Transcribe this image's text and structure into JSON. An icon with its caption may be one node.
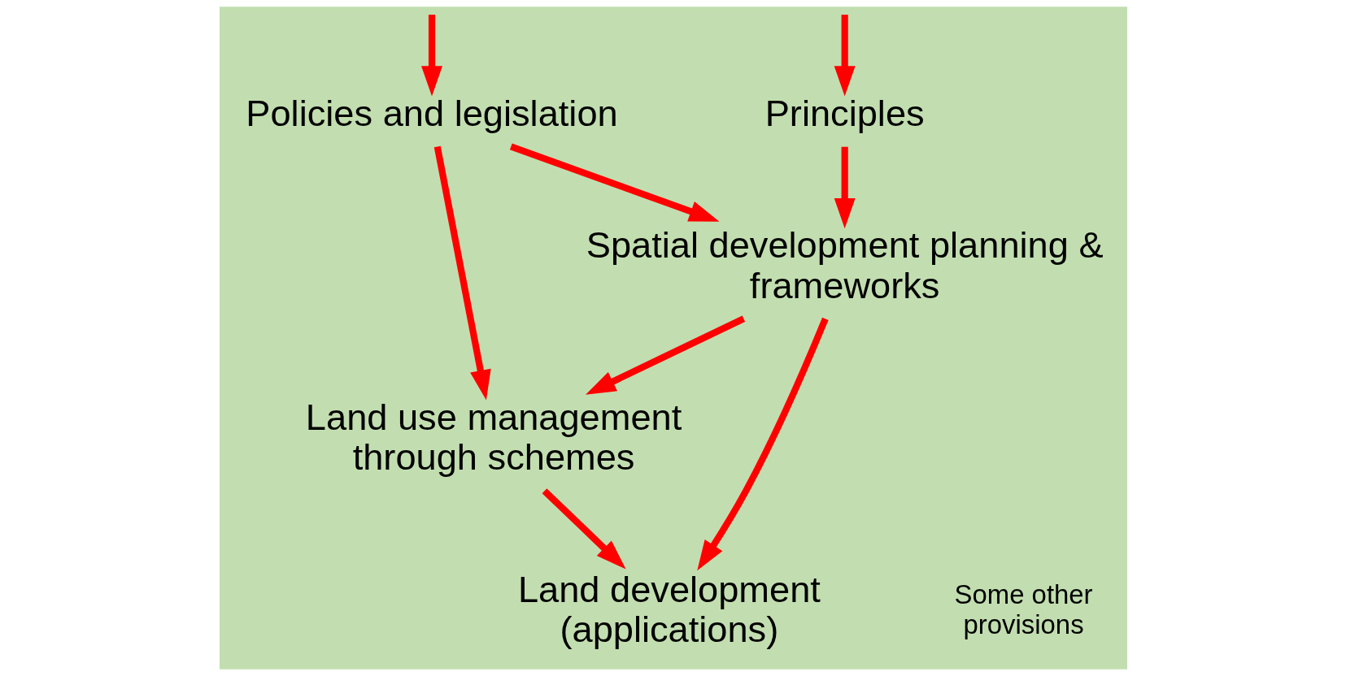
{
  "diagram": {
    "nodes": [
      {
        "text": [
          "Principles"
        ]
      },
      {
        "text": [
          "Policies and legislation"
        ]
      },
      {
        "text": [
          "Spatial development planning & frameworks"
        ]
      },
      {
        "text": [
          "Land use management through schemes"
        ]
      },
      {
        "text": [
          "Land development (applications)"
        ]
      }
    ],
    "edges": [
      {
        "from": null,
        "to": 0,
        "arrow": "to"
      },
      {
        "from": null,
        "to": 1,
        "arrow": "to"
      },
      {
        "from": 0,
        "to": 2,
        "arrow": "to"
      },
      {
        "from": 1,
        "to": 2,
        "arrow": "to"
      },
      {
        "from": 1,
        "to": 3,
        "arrow": "to"
      },
      {
        "from": 2,
        "to": 3,
        "arrow": "to"
      },
      {
        "from": 2,
        "to": 4,
        "arrow": "to"
      },
      {
        "from": 3,
        "to": 4,
        "arrow": "to"
      }
    ],
    "labels": [
      "Some other provisions"
    ]
  }
}
